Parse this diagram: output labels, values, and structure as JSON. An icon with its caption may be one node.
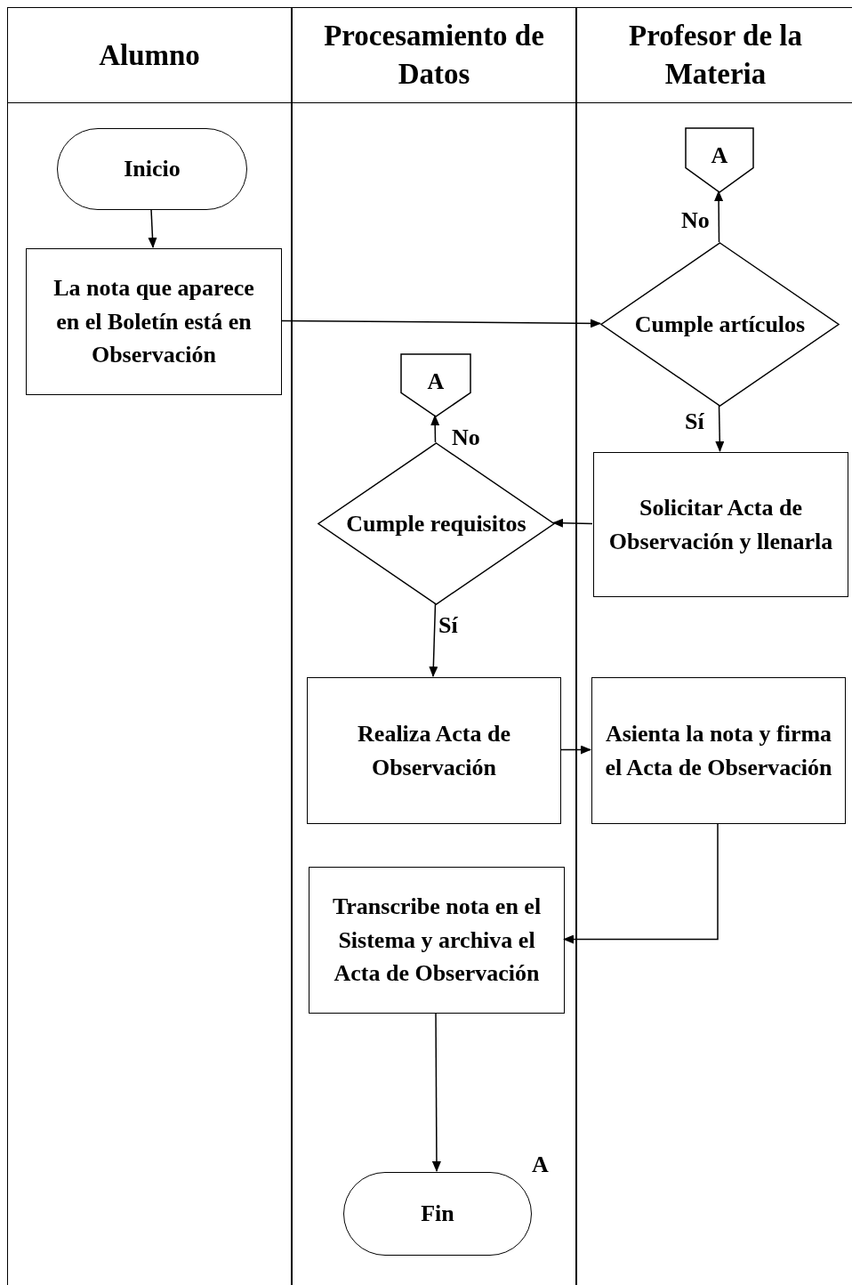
{
  "diagram": {
    "nodes": [
      {
        "text": [
          "Alumno"
        ]
      },
      {
        "text": [
          "Procesamiento de Datos"
        ]
      },
      {
        "text": [
          "Profesor de la Materia"
        ]
      },
      {
        "text": [
          "Inicio"
        ],
        "in": 0
      },
      {
        "text": [
          "La nota que aparece en el Boletín está en Observación"
        ],
        "in": 0
      },
      {
        "text": [
          "A"
        ],
        "in": 2
      },
      {
        "text": [
          "Cumple artículos"
        ],
        "in": 2
      },
      {
        "text": [
          "Solicitar Acta de Observación y llenarla"
        ],
        "in": 2
      },
      {
        "text": [
          "A"
        ],
        "in": 1
      },
      {
        "text": [
          "Cumple requisitos"
        ],
        "in": 1
      },
      {
        "text": [
          "Realiza Acta de Observación"
        ],
        "in": 1
      },
      {
        "text": [
          "Asienta la nota y firma el Acta de Observación"
        ],
        "in": 2
      },
      {
        "text": [
          "Transcribe nota en el Sistema y archiva el Acta de Observación"
        ],
        "in": 1
      },
      {
        "text": [
          "Fin"
        ],
        "in": 1
      }
    ],
    "edges": [
      {
        "from": 3,
        "to": 4,
        "arrow": "to"
      },
      {
        "from": 4,
        "to": 6,
        "arrow": "to"
      },
      {
        "from": 6,
        "to": 5,
        "arrow": "to",
        "label": "No"
      },
      {
        "from": 6,
        "to": 7,
        "arrow": "to",
        "label": "Sí"
      },
      {
        "from": 7,
        "to": 9,
        "arrow": "to"
      },
      {
        "from": 9,
        "to": 8,
        "arrow": "to",
        "label": "No"
      },
      {
        "from": 9,
        "to": 10,
        "arrow": "to",
        "label": "Sí"
      },
      {
        "from": 10,
        "to": 11,
        "arrow": "to"
      },
      {
        "from": 11,
        "to": 12,
        "arrow": "to"
      },
      {
        "from": 12,
        "to": 13,
        "arrow": "to"
      }
    ],
    "labels": [
      "A"
    ]
  }
}
